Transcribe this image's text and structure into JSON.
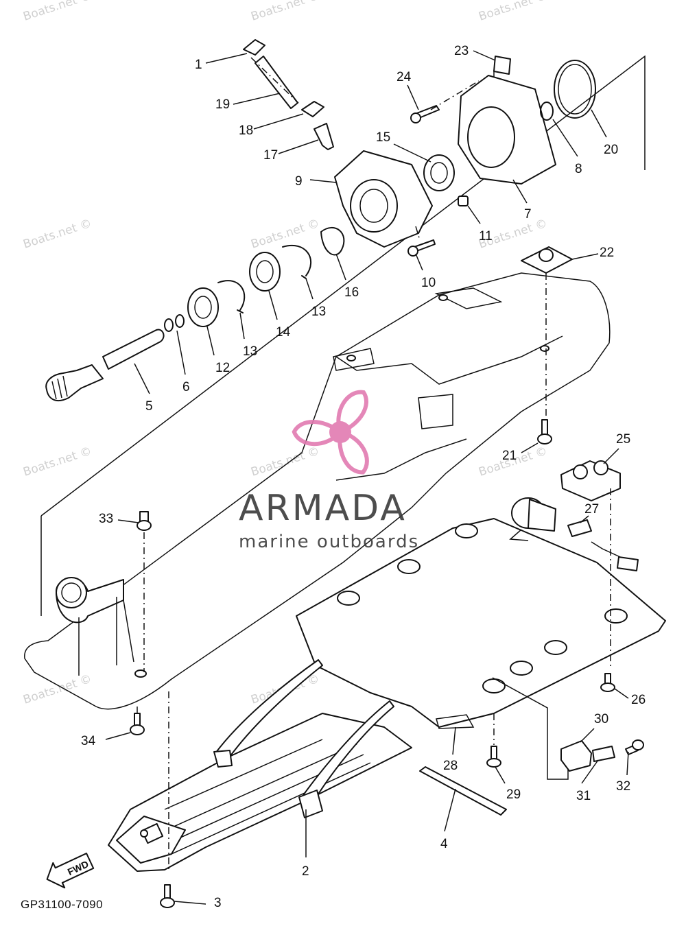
{
  "diagram": {
    "code": "GP31100-7090",
    "direction_badge": "FWD",
    "watermark_text": "Boats.net ©",
    "brand": {
      "name": "ARMADA",
      "tagline": "marine outboards",
      "logo_color": "#e27bb1",
      "text_color": "#3a3a3a"
    },
    "labels": [
      "1",
      "2",
      "3",
      "4",
      "5",
      "6",
      "7",
      "8",
      "9",
      "10",
      "11",
      "12",
      "13",
      "13",
      "14",
      "15",
      "16",
      "17",
      "18",
      "19",
      "20",
      "21",
      "22",
      "23",
      "24",
      "25",
      "26",
      "27",
      "28",
      "29",
      "30",
      "31",
      "32",
      "33",
      "34"
    ]
  }
}
